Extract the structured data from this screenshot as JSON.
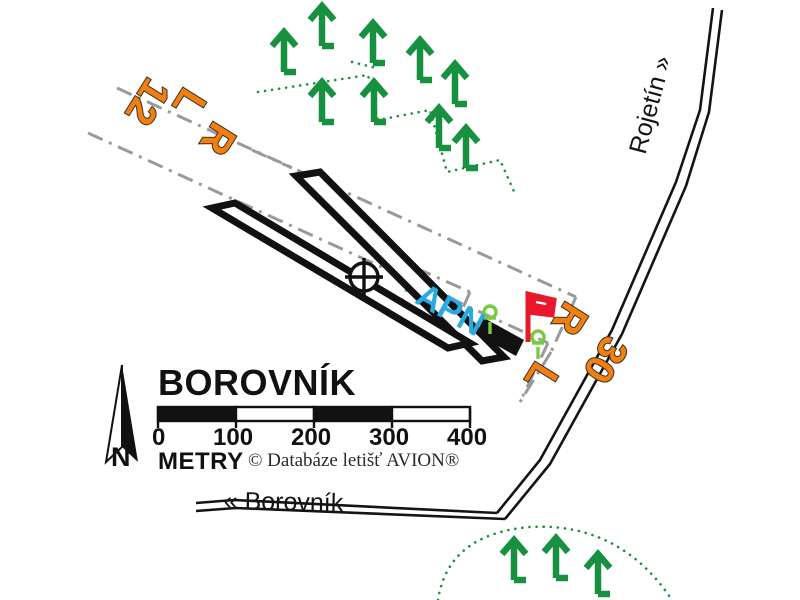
{
  "diagram": {
    "title": "BOROVNÍK",
    "copyright": "© Databáze letišť AVION®",
    "scale_label": "METRY",
    "scale_ticks": [
      "0",
      "100",
      "200",
      "300",
      "400"
    ],
    "north_label": "N",
    "apron_label": "APN",
    "runway_labels": [
      {
        "name": "rwy-12-l",
        "text": "L"
      },
      {
        "name": "rwy-12",
        "text": "12"
      },
      {
        "name": "rwy-12-r",
        "text": "R"
      },
      {
        "name": "rwy-30-r",
        "text": "R"
      },
      {
        "name": "rwy-30",
        "text": "30"
      },
      {
        "name": "rwy-30-l",
        "text": "L"
      }
    ],
    "road_labels": [
      {
        "name": "road-rojetin",
        "text": "Rojetín »"
      },
      {
        "name": "road-borovnik",
        "text": "« Borovník"
      }
    ],
    "colors": {
      "runway_designator": "#F07F10",
      "apron": "#29ABE2",
      "windsock": "#E8192C",
      "forest": "#17913F",
      "tree": "#7AC943",
      "boundary": "#9a9a9a",
      "ink": "#111111"
    }
  }
}
